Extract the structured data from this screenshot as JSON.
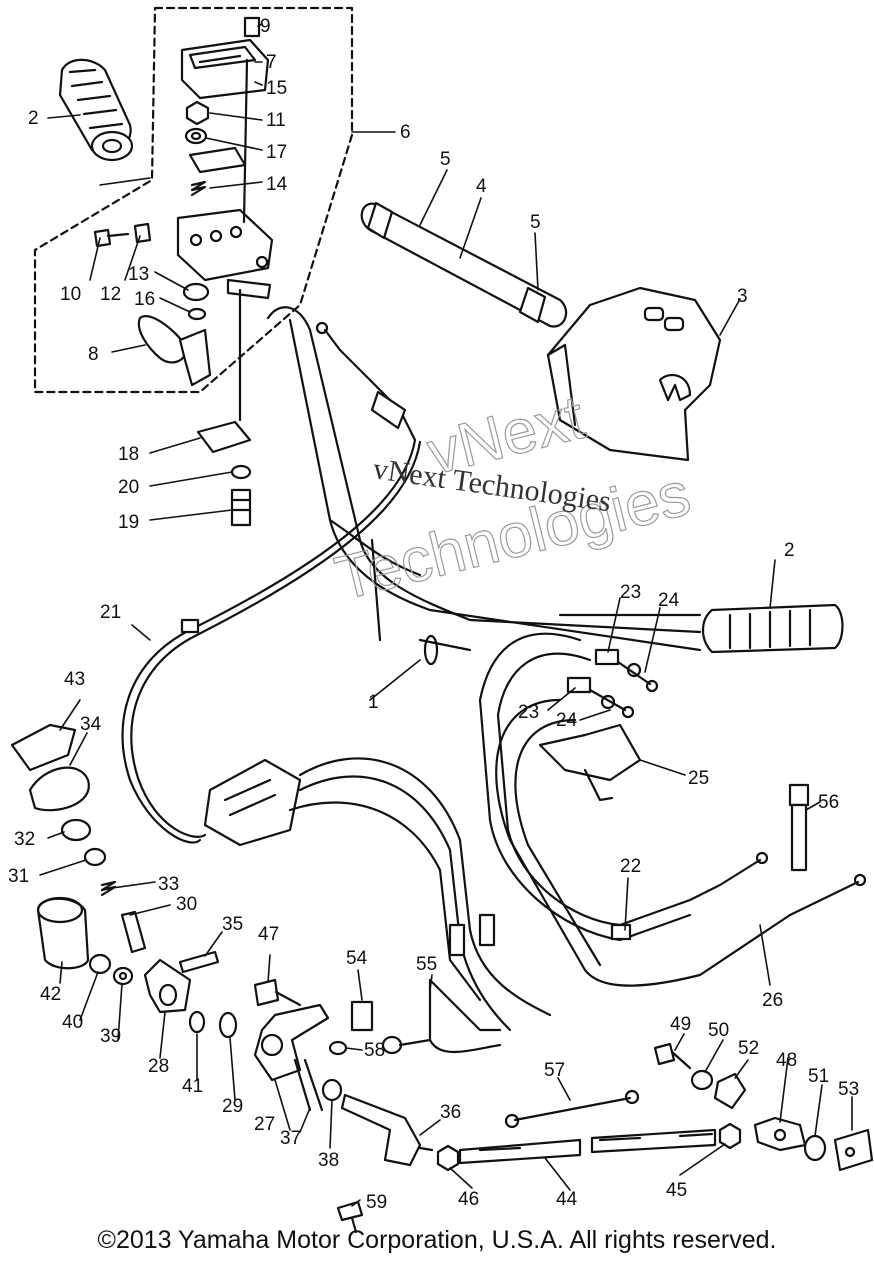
{
  "copyright": "©2013 Yamaha Motor Corporation, U.S.A. All rights reserved.",
  "watermark": {
    "line1": "vNext Technologies",
    "line2a": "vNext",
    "line2b": "Technologies"
  },
  "labels": {
    "l1": "1",
    "l2a": "2",
    "l2b": "2",
    "l3": "3",
    "l4": "4",
    "l5a": "5",
    "l5b": "5",
    "l6": "6",
    "l7": "7",
    "l8": "8",
    "l9": "9",
    "l10": "10",
    "l11": "11",
    "l12": "12",
    "l13": "13",
    "l14": "14",
    "l15": "15",
    "l16": "16",
    "l17": "17",
    "l18": "18",
    "l19": "19",
    "l20": "20",
    "l21": "21",
    "l22": "22",
    "l23a": "23",
    "l23b": "23",
    "l24a": "24",
    "l24b": "24",
    "l25": "25",
    "l26": "26",
    "l27": "27",
    "l28": "28",
    "l29": "29",
    "l30": "30",
    "l31": "31",
    "l32": "32",
    "l33": "33",
    "l34": "34",
    "l35": "35",
    "l36": "36",
    "l37": "37",
    "l38": "38",
    "l39": "39",
    "l40": "40",
    "l41": "41",
    "l42": "42",
    "l43": "43",
    "l44": "44",
    "l45": "45",
    "l46": "46",
    "l47": "47",
    "l48": "48",
    "l49": "49",
    "l50": "50",
    "l51": "51",
    "l52": "52",
    "l53": "53",
    "l54": "54",
    "l55": "55",
    "l56": "56",
    "l57": "57",
    "l58": "58",
    "l59": "59"
  }
}
